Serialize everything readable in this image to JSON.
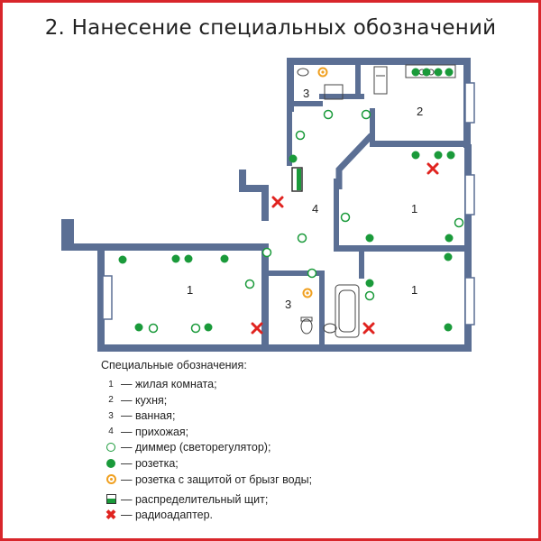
{
  "title": "2. Нанесение специальных обозначений",
  "rooms": {
    "bathroom_top": "3",
    "kitchen": "2",
    "bedroom_right": "1",
    "hallway": "4",
    "living_left": "1",
    "bathroom_mid": "3",
    "bedroom_bottom_right": "1"
  },
  "legend": {
    "heading": "Специальные обозначения:",
    "items": [
      {
        "key": "1",
        "text": "— жилая комната;"
      },
      {
        "key": "2",
        "text": "— кухня;"
      },
      {
        "key": "3",
        "text": "— ванная;"
      },
      {
        "key": "4",
        "text": "— прихожая;"
      },
      {
        "key": "dimmer-icon",
        "text": "— диммер (светорегулятор);"
      },
      {
        "key": "socket-icon",
        "text": "— розетка;"
      },
      {
        "key": "waterproof-socket-icon",
        "text": "— розетка с защитой от брызг воды;"
      },
      {
        "key": "distribution-panel-icon",
        "text": "— распределительный щит;"
      },
      {
        "key": "radio-adapter-icon",
        "text": "— радиоадаптер."
      }
    ]
  },
  "colors": {
    "frame": "#d8262b",
    "wall": "#5b6f94",
    "socket": "#1a9a3a",
    "waterproof": "#f0a020",
    "radio": "#e0231f"
  }
}
